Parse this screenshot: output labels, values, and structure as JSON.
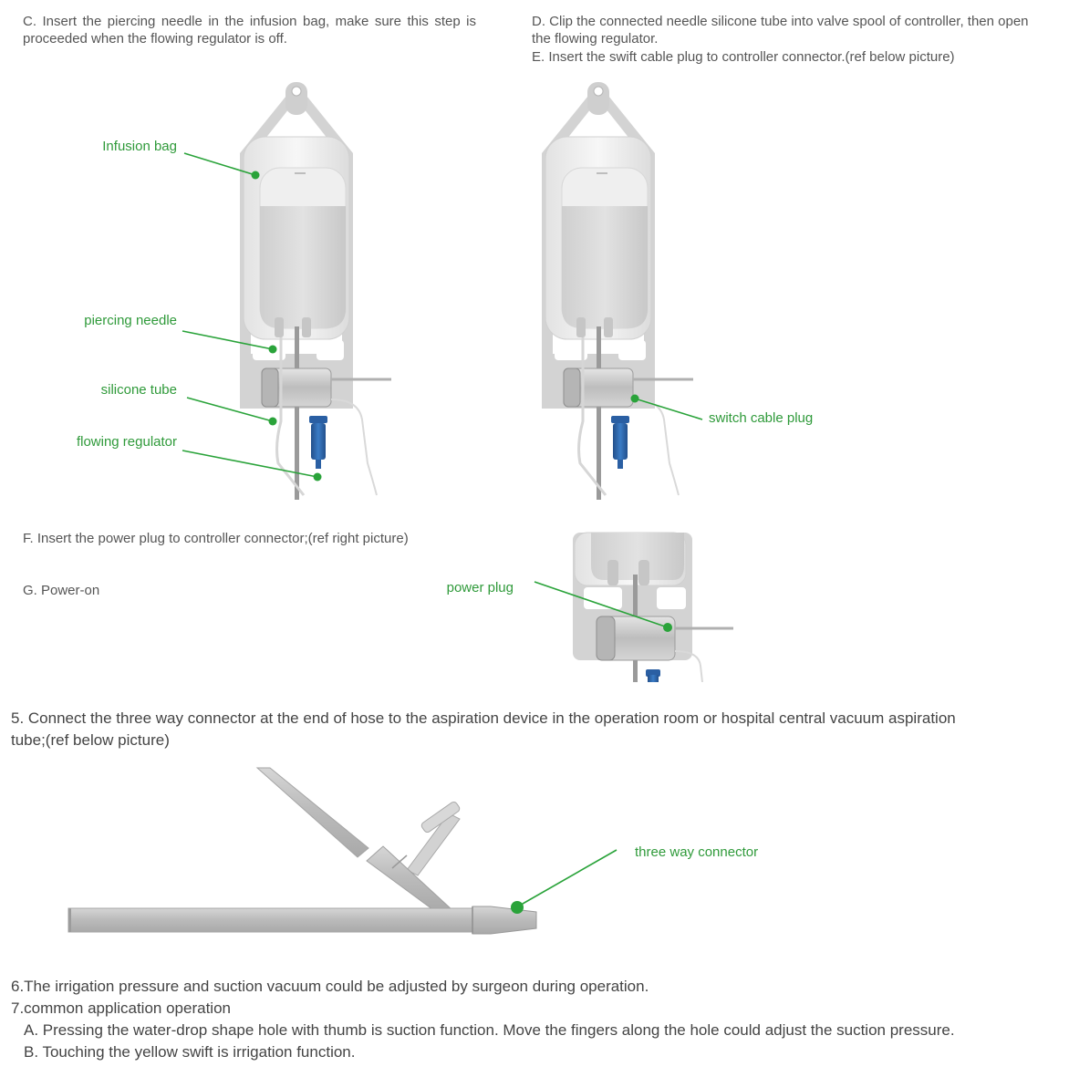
{
  "steps": {
    "c": "C. Insert the piercing needle in the infusion bag, make sure this step is proceeded  when the flowing regulator is off.",
    "d": "D. Clip the connected needle silicone tube into valve spool of controller, then open the flowing regulator.",
    "e": "E. Insert the swift cable plug to controller connector.(ref below picture)",
    "f": "F. Insert the power plug to controller connector;(ref right picture)",
    "g": "G. Power-on",
    "s5": "5. Connect the three way connector at the end of hose to the aspiration device in the operation room or hospital central vacuum aspiration tube;(ref below picture)",
    "s6": "6.The irrigation pressure and suction vacuum could be adjusted by surgeon during operation.",
    "s7": "7.common application operation",
    "s7a": "A. Pressing the water-drop shape hole with thumb is suction function. Move the fingers along the hole could adjust the suction pressure.",
    "s7b": "B. Touching the yellow swift is irrigation function."
  },
  "labels": {
    "infusion_bag": "Infusion bag",
    "piercing_needle": "piercing needle",
    "silicone_tube": "silicone tube",
    "flowing_regulator": "flowing regulator",
    "switch_cable_plug": "switch cable plug",
    "power_plug": "power plug",
    "three_way_connector": "three way connector"
  },
  "colors": {
    "label_green": "#2f9a3a",
    "dot_green": "#2aa33a",
    "text_gray": "#555555",
    "device_gray": "#cfcfcf",
    "valve_blue": "#2e6db3"
  }
}
